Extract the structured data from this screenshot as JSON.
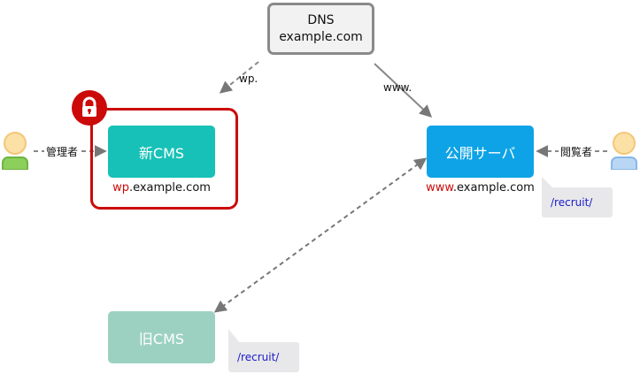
{
  "dns": {
    "title": "DNS",
    "subtitle": "example.com"
  },
  "new_cms": {
    "label": "新CMS",
    "url_prefix": "wp",
    "url_suffix": ".example.com"
  },
  "public_server": {
    "label": "公開サーバ",
    "url_prefix": "www",
    "url_suffix": ".example.com"
  },
  "old_cms": {
    "label": "旧CMS"
  },
  "notes": {
    "public_server_path": "/recruit/",
    "old_cms_path": "/recruit/"
  },
  "edges": {
    "dns_to_new": "wp.",
    "dns_to_public": "www.",
    "admin": "管理者",
    "viewer": "閲覧者"
  },
  "colors": {
    "new_cms_fill": "#17c1b7",
    "public_server_fill": "#0ea3e6",
    "old_cms_fill": "#9cd1c1",
    "lock_frame": "#cc0a0a",
    "dns_border": "#8a8a8a",
    "note_text": "#1a1acc"
  },
  "icons": [
    "lock-icon",
    "admin-user-icon",
    "viewer-user-icon"
  ]
}
